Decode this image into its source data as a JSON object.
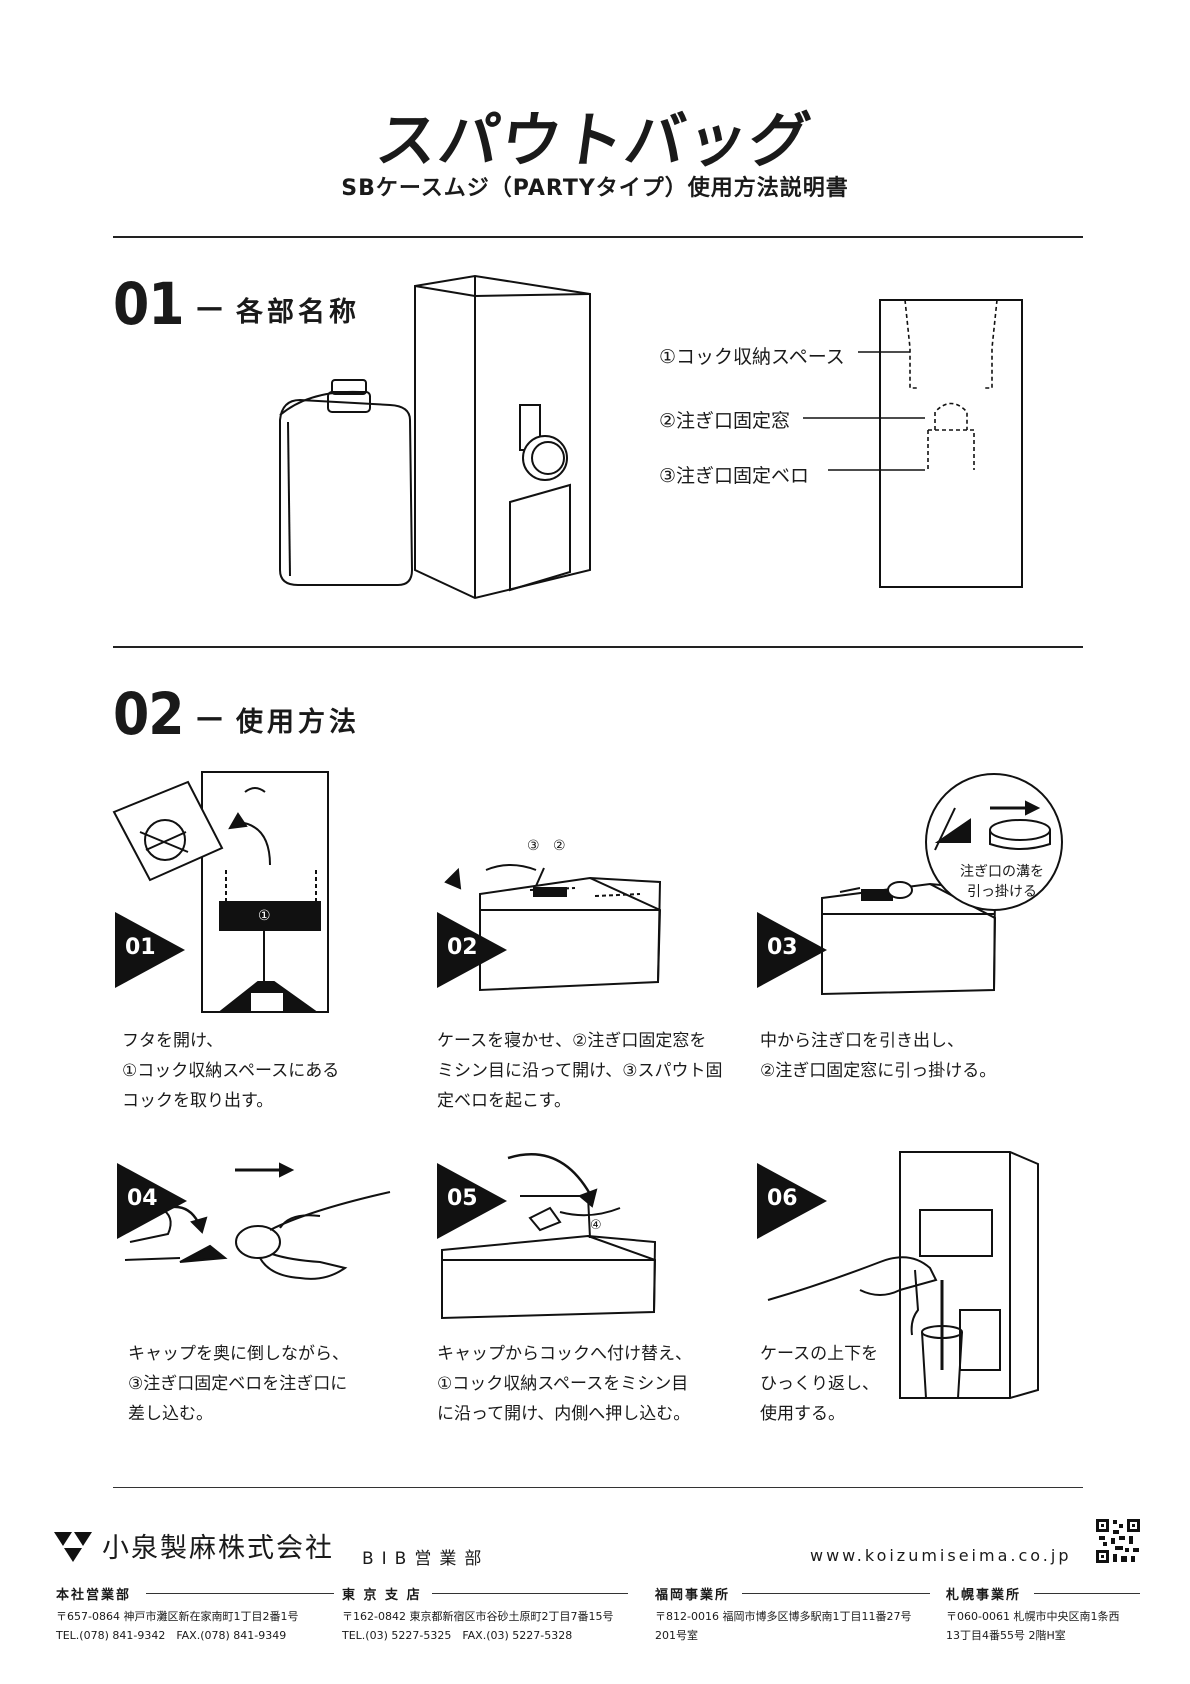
{
  "header": {
    "title": "スパウトバッグ",
    "subtitle": "SBケースムジ（PARTYタイプ）使用方法説明書"
  },
  "section1": {
    "number": "01",
    "dash": "—",
    "title": "各部名称",
    "callouts": [
      "①コック収納スペース",
      "②注ぎ口固定窓",
      "③注ぎ口固定ベロ"
    ]
  },
  "section2": {
    "number": "02",
    "dash": "—",
    "title": "使用方法",
    "steps": [
      {
        "badge": "01",
        "text": "フタを開け、\n①コック収納スペースにある\nコックを取り出す。",
        "marker": "①"
      },
      {
        "badge": "02",
        "text": "ケースを寝かせ、②注ぎ口固定窓を\nミシン目に沿って開け、③スパウト固\n定ベロを起こす。",
        "markers": [
          "③",
          "②"
        ]
      },
      {
        "badge": "03",
        "text": "中から注ぎ口を引き出し、\n②注ぎ口固定窓に引っ掛ける。",
        "bubble": "注ぎ口の溝を\n引っ掛ける"
      },
      {
        "badge": "04",
        "text": "キャップを奥に倒しながら、\n③注ぎ口固定ベロを注ぎ口に\n差し込む。"
      },
      {
        "badge": "05",
        "text": "キャップからコックへ付け替え、\n①コック収納スペースをミシン目\nに沿って開け、内側へ押し込む。",
        "marker": "④"
      },
      {
        "badge": "06",
        "text": "ケースの上下を\nひっくり返し、\n使用する。"
      }
    ]
  },
  "footer": {
    "company": "小泉製麻株式会社",
    "dept": "BIB営業部",
    "url": "www.koizumiseima.co.jp",
    "offices": [
      {
        "name": "本社営業部",
        "line1": "〒657-0864 神戸市灘区新在家南町1丁目2番1号",
        "line2": "TEL.(078) 841-9342　FAX.(078) 841-9349"
      },
      {
        "name": "東 京 支 店",
        "line1": "〒162-0842 東京都新宿区市谷砂土原町2丁目7番15号",
        "line2": "TEL.(03) 5227-5325　FAX.(03) 5227-5328"
      },
      {
        "name": "福岡事業所",
        "line1": "〒812-0016 福岡市博多区博多駅南1丁目11番27号",
        "line2": "201号室"
      },
      {
        "name": "札幌事業所",
        "line1": "〒060-0061 札幌市中央区南1条西",
        "line2": "13丁目4番55号 2階H室"
      }
    ]
  }
}
